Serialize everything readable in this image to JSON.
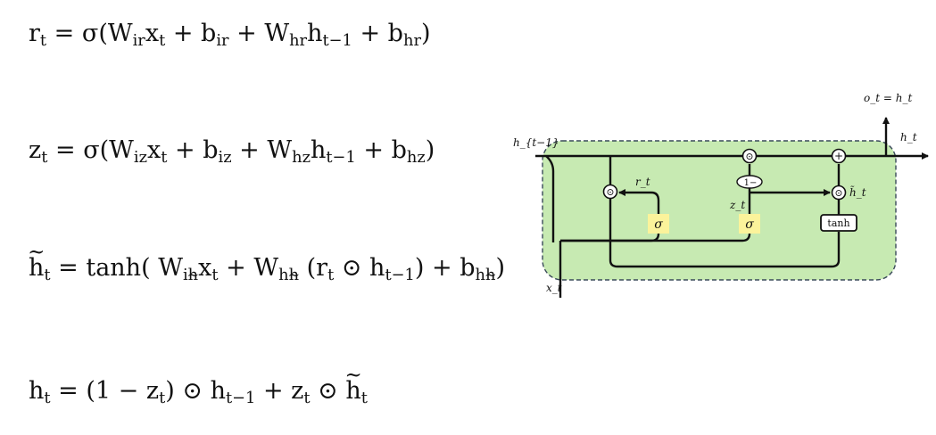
{
  "equations": [
    {
      "id": "reset-gate",
      "parts": [
        "r",
        "t",
        " = σ(W",
        "ir",
        "x",
        "t",
        " + b",
        "ir",
        " + W",
        "hr",
        "h",
        "t−1",
        " + b",
        "hr",
        ")"
      ]
    },
    {
      "id": "update-gate",
      "parts": [
        "z",
        "t",
        " = σ(W",
        "iz",
        "x",
        "t",
        " + b",
        "iz",
        " + W",
        "hz",
        "h",
        "t−1",
        " + b",
        "hz",
        ")"
      ]
    },
    {
      "id": "candidate-state",
      "parts": [
        "h",
        "t",
        " =  tanh( W",
        "i",
        "h",
        "x",
        "t",
        " + W",
        "h",
        "h",
        " (r",
        "t",
        " ⊙ h",
        "t−1",
        ") + b",
        "h",
        "h",
        ")"
      ]
    },
    {
      "id": "hidden-state",
      "parts": [
        "h",
        "t",
        " = (1 − z",
        "t",
        ") ⊙ h",
        "t−1",
        " + z",
        "t",
        " ⊙ ",
        "h",
        "t"
      ]
    }
  ],
  "diagram": {
    "colors": {
      "cell_fill": "#c7eab2",
      "cell_border": "#3a4a5a",
      "gate_fill": "#fbf39b",
      "line": "#111111"
    },
    "labels": {
      "output": "o_t = h_t",
      "h_out": "h_t",
      "h_prev": "h_{t−1}",
      "x_in": "x_t",
      "r_t": "r_t",
      "z_t": "z_t",
      "h_tilde": "h̃_t",
      "sigma_reset": "σ",
      "sigma_update": "σ",
      "tanh": "tanh",
      "one_minus": "1−",
      "mult": "⊙",
      "plus": "+"
    }
  }
}
